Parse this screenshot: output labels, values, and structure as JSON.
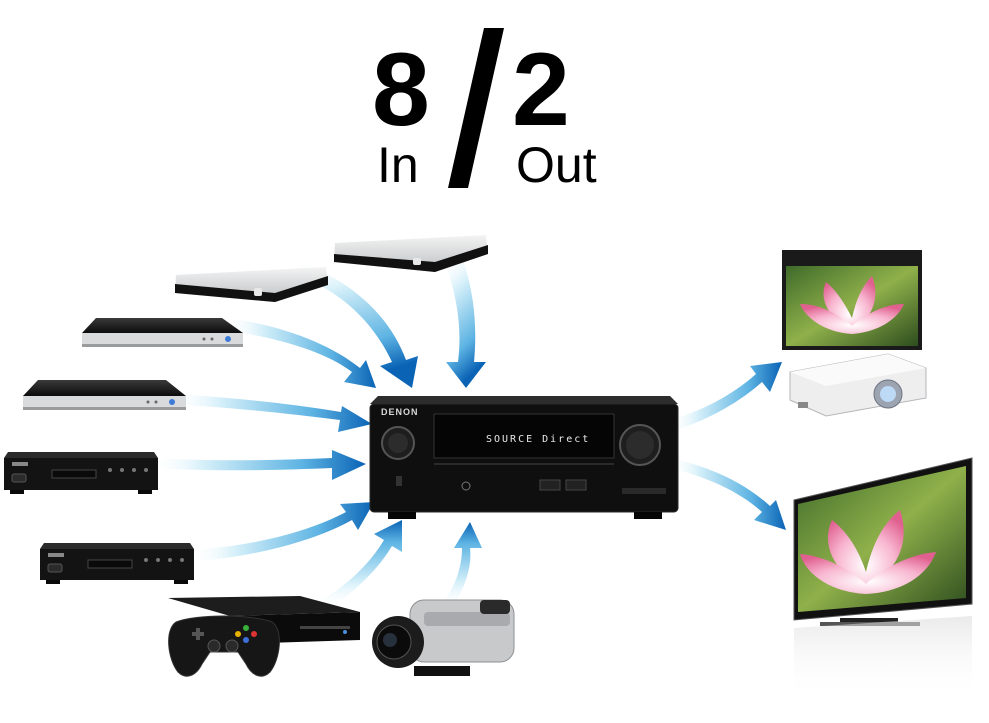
{
  "headline": {
    "inputs_count": "8",
    "outputs_count": "2",
    "inputs_label": "In",
    "outputs_label": "Out"
  },
  "receiver": {
    "brand": "DENON",
    "display_text": "SOURCE  Direct"
  },
  "colors": {
    "arrow_dark": "#0a63b5",
    "arrow_light": "#bfe6f7",
    "device_black": "#111111",
    "device_silver": "#d9dadb"
  },
  "devices": {
    "inputs": [
      "set-top-box",
      "set-top-box",
      "blu-ray-player",
      "blu-ray-player",
      "cd-player",
      "cd-player",
      "game-console",
      "camcorder"
    ],
    "outputs": [
      "projector",
      "flat-tv"
    ]
  }
}
